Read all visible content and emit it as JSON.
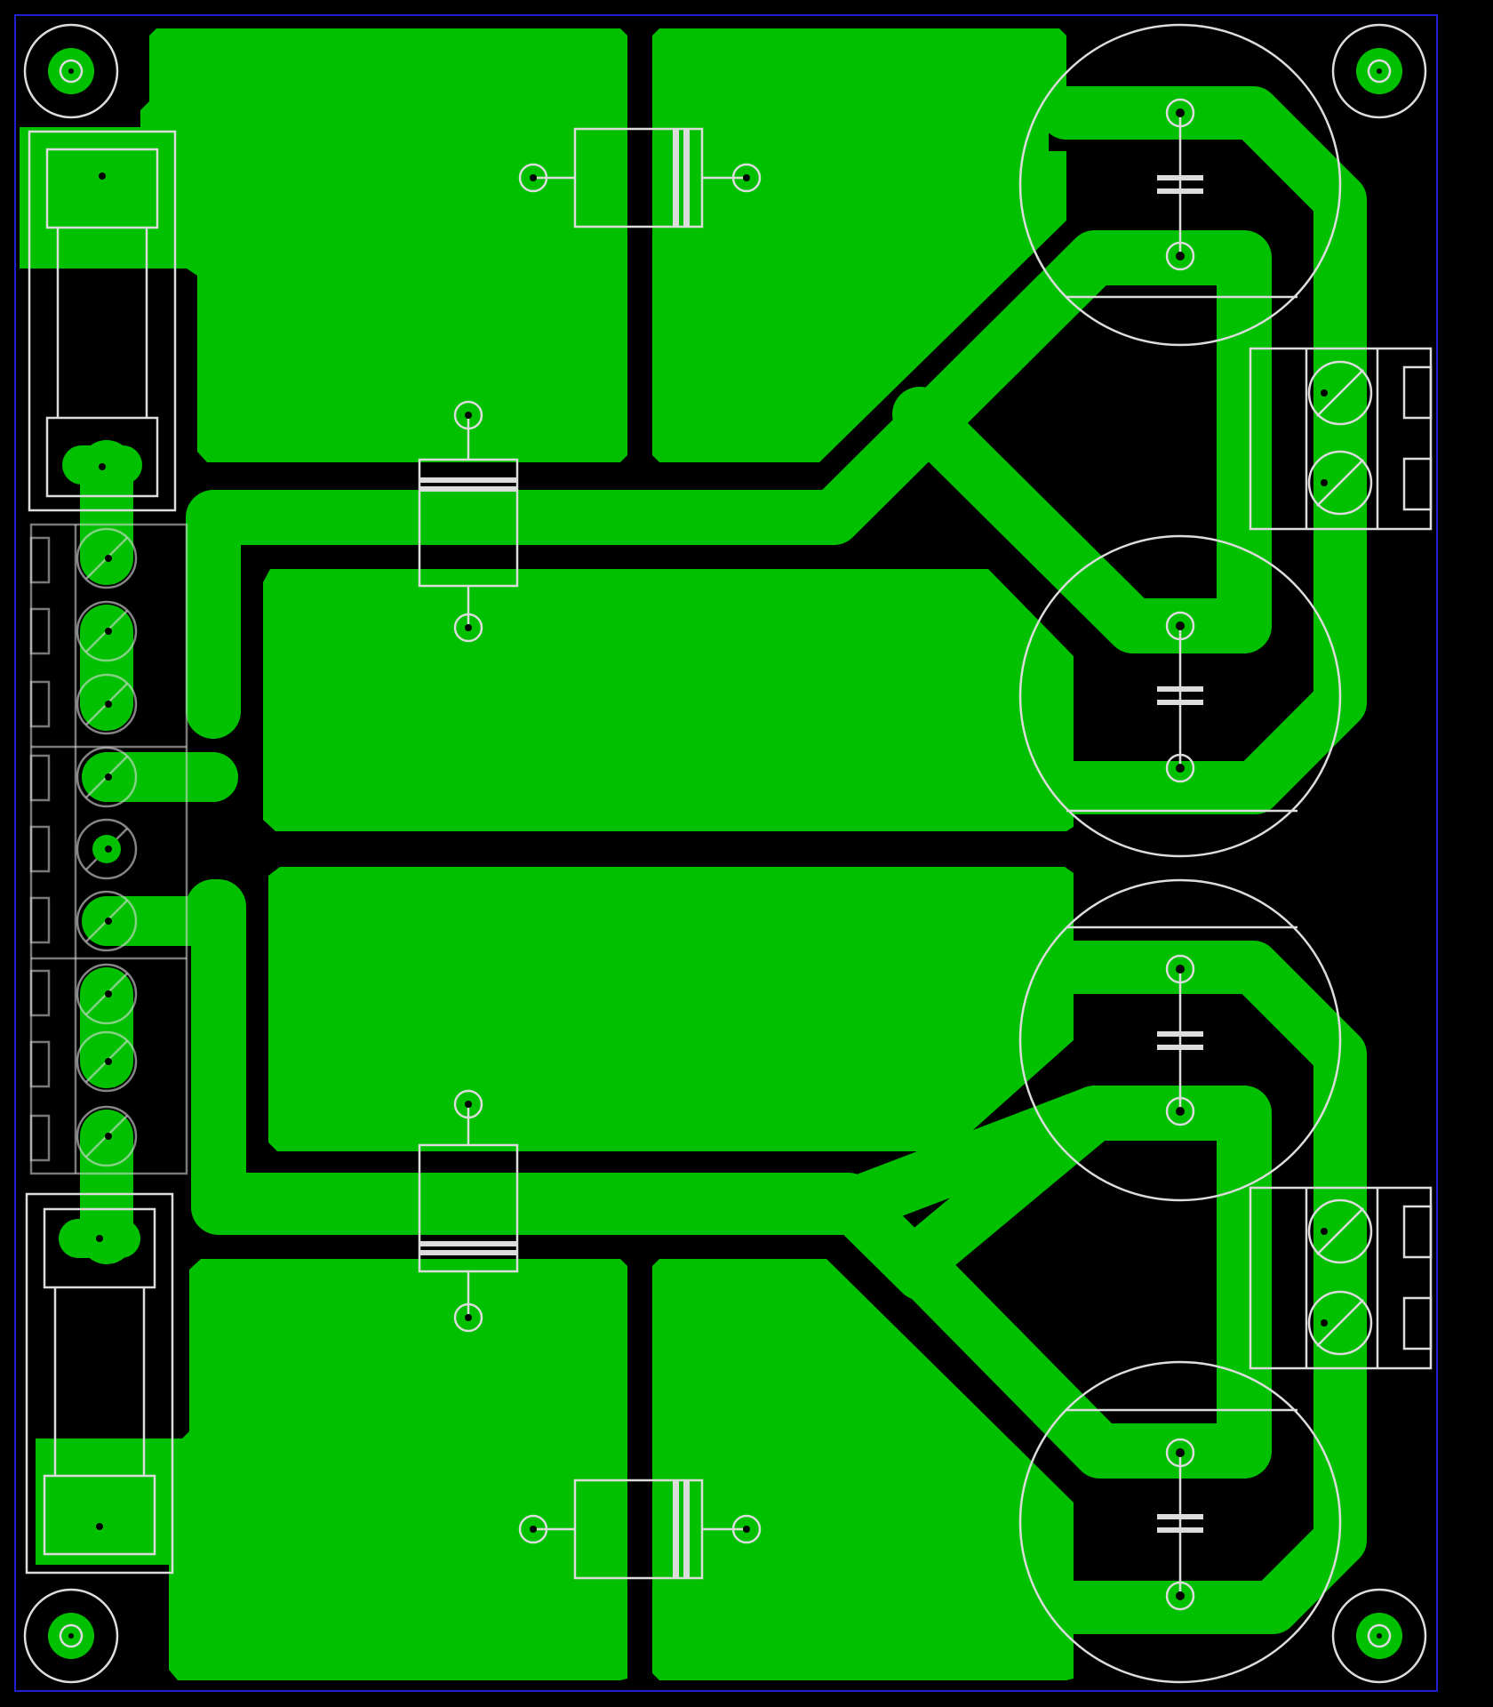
{
  "board": {
    "colors": {
      "background": "#000000",
      "copper": "#00c000",
      "silkscreen": "#dcdcdc",
      "outline": "#2020d0",
      "drill": "#000000"
    }
  },
  "components": {
    "mounting_holes": 4,
    "electrolytic_capacitors": 4,
    "axial_diodes": 4,
    "regulators": 2,
    "terminal_blocks_right": 2,
    "terminal_block_left_pins": 9
  },
  "icons": {
    "mounting_hole": "mounting-hole-icon",
    "capacitor": "capacitor-icon",
    "diode": "diode-icon",
    "screw_terminal": "screw-terminal-icon",
    "regulator": "regulator-icon"
  }
}
